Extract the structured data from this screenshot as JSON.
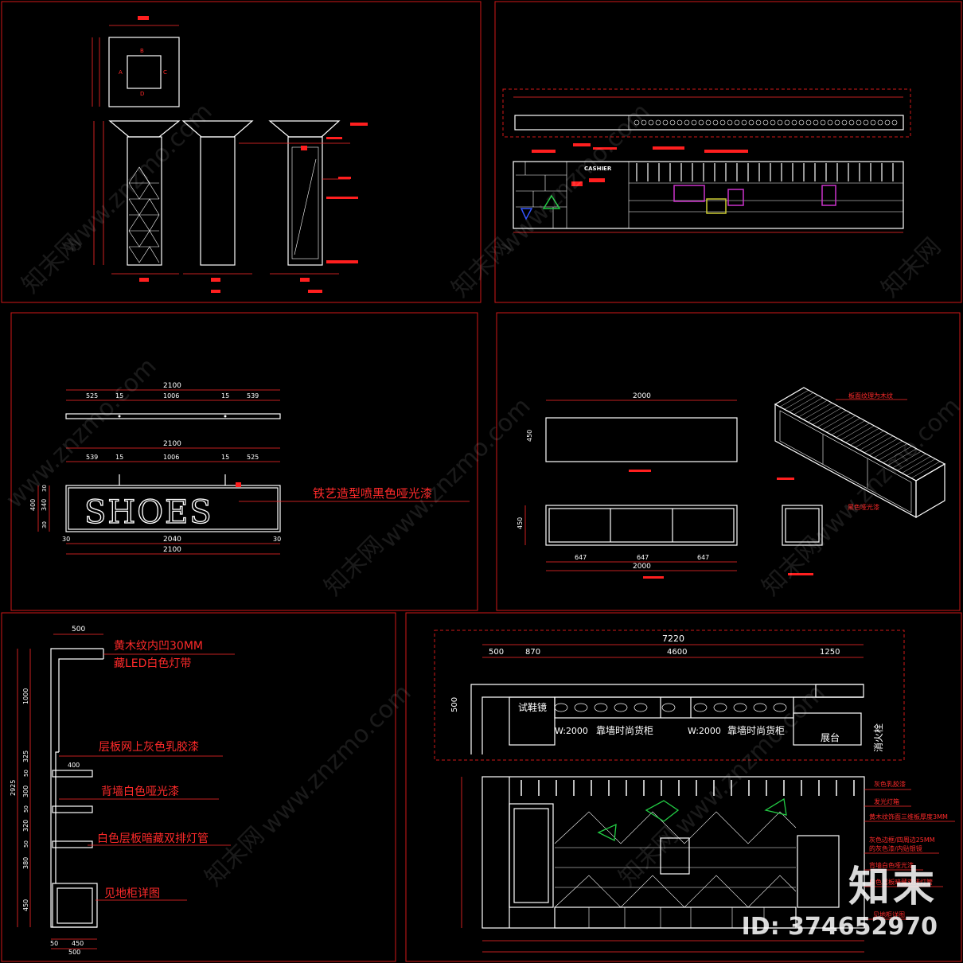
{
  "panel1": {
    "plan_letters": [
      "B",
      "A",
      "C",
      "D"
    ]
  },
  "panel3": {
    "top_total": "2100",
    "top_dims": [
      "525",
      "15",
      "1006",
      "15",
      "539"
    ],
    "bottom_total_a": "2100",
    "bottom_dims": [
      "539",
      "15",
      "1006",
      "15",
      "525"
    ],
    "sign_text": "SHOES",
    "sign_note": "铁艺造型喷黑色哑光漆",
    "inner_width": "2040",
    "side_margin": "30",
    "bottom_total_b": "2100",
    "height_dims": [
      "400",
      "340",
      "30",
      "30"
    ]
  },
  "panel4": {
    "top_width": "2000",
    "front_dims": [
      "647",
      "647",
      "647"
    ],
    "front_total": "2000",
    "front_height": "450",
    "iso_note": "板面纹理为木纹",
    "iso_note2": "黑色哑光漆"
  },
  "panel5": {
    "dim_top": "500",
    "notes": [
      "黄木纹内凹30MM",
      "藏LED白色灯带",
      "层板网上灰色乳胶漆",
      "背墙白色哑光漆",
      "白色层板暗藏双排灯管",
      "见地柜详图"
    ],
    "shelf_dim": "400",
    "bottom_dims": [
      "450",
      "500",
      "50"
    ],
    "height_dims": [
      "1000",
      "325",
      "50",
      "300",
      "50",
      "320",
      "50",
      "380",
      "450",
      "2925"
    ]
  },
  "panel6": {
    "total": "7220",
    "dims": [
      "500",
      "870",
      "4600",
      "1250"
    ],
    "side_dim": "500",
    "labels": {
      "mirror": "试鞋镜",
      "cab1_w": "W:2000",
      "cab1": "靠墙时尚货柜",
      "cab2_w": "W:2000",
      "cab2": "靠墙时尚货柜",
      "stand": "展台",
      "hydrant": "消火栓"
    },
    "notes": [
      "灰色乳胶漆",
      "发光灯箱",
      "黄木纹饰面三维板厚度3MM",
      "灰色边框/四周边25MM",
      "的灰色漆/内贴银镜",
      "背墙白色哑光漆",
      "白色层板暗藏双排灯管",
      "见地柜详图"
    ]
  },
  "watermark": {
    "site": "www.znzmo.com",
    "cn": "知末网"
  },
  "brand": {
    "logo": "知末",
    "id": "ID: 374652970"
  }
}
